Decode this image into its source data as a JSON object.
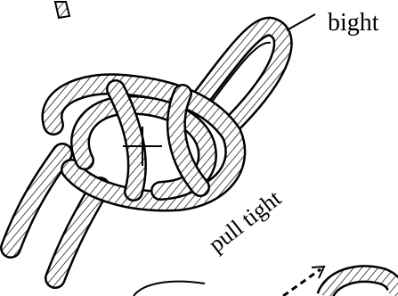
{
  "labels": {
    "bight": "bight",
    "pull_tight": "pull tight"
  },
  "colors": {
    "ink": "#000000",
    "rope_fill": "#ffffff",
    "background": "#ffffff"
  },
  "icons": {
    "center_mark": "plus-cross",
    "pull_direction": "dashed-arrow"
  }
}
